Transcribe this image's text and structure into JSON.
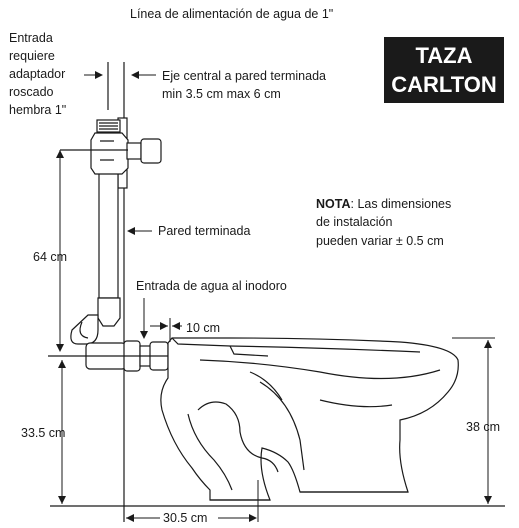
{
  "title": "Línea de alimentación de agua de 1\"",
  "badge": {
    "line1": "TAZA",
    "line2": "CARLTON"
  },
  "labels": {
    "inlet_line1": "Entrada",
    "inlet_line2": "requiere",
    "inlet_line3": "adaptador",
    "inlet_line4": "roscado",
    "inlet_line5": "hembra 1\"",
    "centerline_line1": "Eje central a pared terminada",
    "centerline_line2": "min 3.5 cm max 6 cm",
    "finished_wall": "Pared terminada",
    "toilet_inlet": "Entrada de agua al inodoro",
    "note_bold": "NOTA",
    "note_line1_rest": ": Las dimensiones",
    "note_line2": "de instalación",
    "note_line3": "pueden variar ± 0.5 cm"
  },
  "dimensions": {
    "supply_height": "64 cm",
    "offset": "10 cm",
    "inlet_height": "33.5 cm",
    "bowl_height": "38 cm",
    "rough_in": "30.5 cm"
  },
  "colors": {
    "line": "#1a1a1a",
    "badge_bg": "#1a1a1a",
    "badge_text": "#ffffff"
  }
}
